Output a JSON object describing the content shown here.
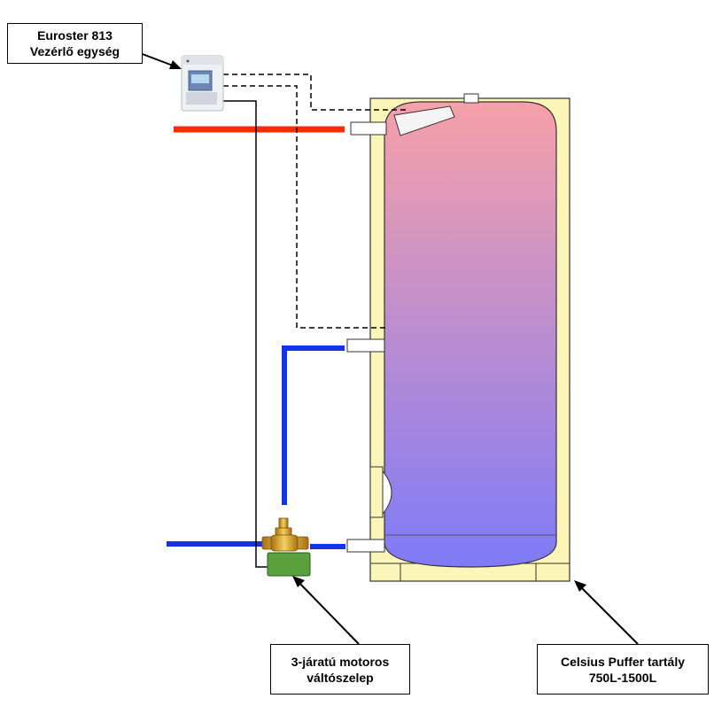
{
  "labels": {
    "controller": {
      "line1": "Euroster 813",
      "line2": "Vezérlő egység"
    },
    "valve": {
      "line1": "3-járatú motoros",
      "line2": "váltószelep"
    },
    "tank": {
      "line1": "Celsius Puffer tartály",
      "line2": "750L-1500L"
    }
  },
  "colors": {
    "hot_pipe": "#ff2a00",
    "cold_pipe": "#1133ee",
    "insulation": "#fbf6b8",
    "tank_top": "#f7a0a8",
    "tank_bottom": "#7f7af8",
    "actuator": "#5aa03c",
    "valve_body": "#d8a020"
  },
  "icons": {
    "controller": "controller-device-icon",
    "valve": "three-way-valve-icon"
  }
}
